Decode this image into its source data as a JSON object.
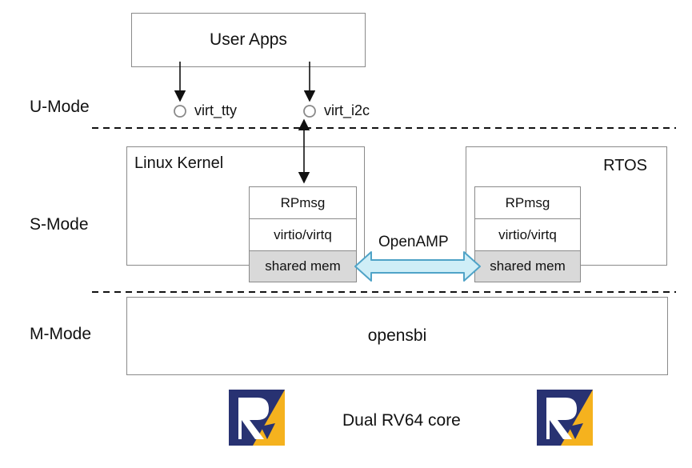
{
  "user_apps": "User Apps",
  "endpoints": {
    "tty": "virt_tty",
    "i2c": "virt_i2c"
  },
  "modes": {
    "u": "U-Mode",
    "s": "S-Mode",
    "m": "M-Mode"
  },
  "linux": {
    "title": "Linux Kernel",
    "stack": {
      "rpmsg": "RPmsg",
      "virtio": "virtio/virtq",
      "shm": "shared mem"
    }
  },
  "rtos": {
    "title": "RTOS",
    "stack": {
      "rpmsg": "RPmsg",
      "virtio": "virtio/virtq",
      "shm": "shared mem"
    }
  },
  "link_label": "OpenAMP",
  "firmware": "opensbi",
  "hardware": "Dual RV64 core",
  "colors": {
    "border": "#8a8a8a",
    "shared_mem_fill": "#d9d9d9",
    "arrow_fill": "#cfeef7",
    "arrow_stroke": "#4fa3c7",
    "logo_blue": "#283272",
    "logo_gold": "#f5b21e"
  }
}
